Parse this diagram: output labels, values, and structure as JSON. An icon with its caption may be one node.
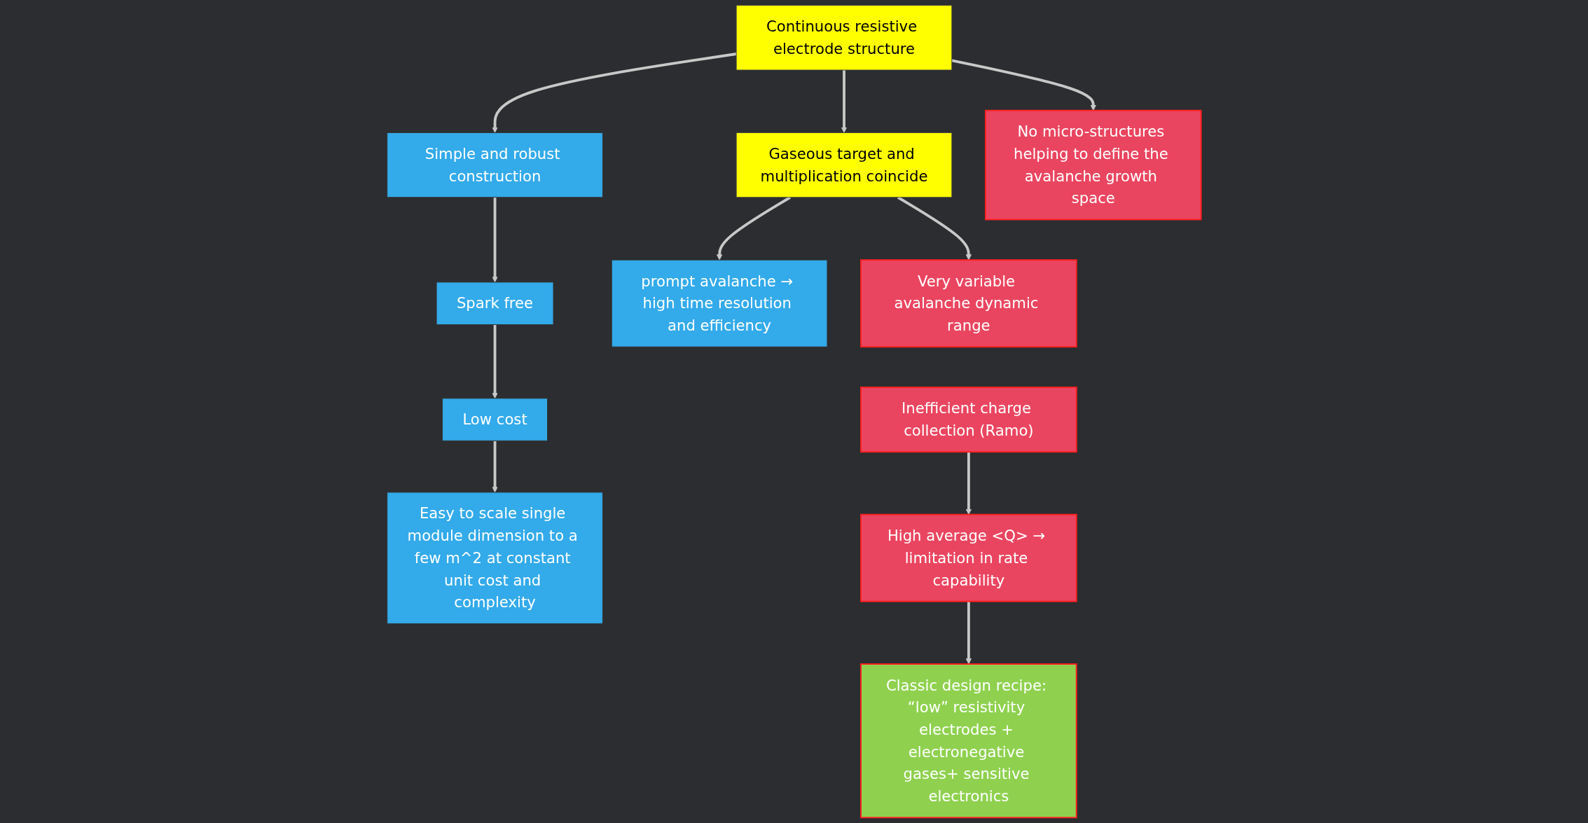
{
  "diagram": {
    "nodes": [
      {
        "text": [
          "Continuous resistive electrode structure"
        ]
      },
      {
        "text": [
          "Gaseous target and multiplication coincide"
        ]
      },
      {
        "text": [
          "Simple and robust construction"
        ]
      },
      {
        "text": [
          "Spark free"
        ]
      },
      {
        "text": [
          "Low cost"
        ]
      },
      {
        "text": [
          "Easy to scale single module dimension to a few m^2 at constant unit cost and complexity"
        ]
      },
      {
        "text": [
          "No micro-structures helping to define the avalanche growth space"
        ]
      },
      {
        "text": [
          "prompt avalanche → high time resolution and efficiency"
        ]
      },
      {
        "text": [
          "Very variable avalanche dynamic range"
        ]
      },
      {
        "text": [
          "Inefficient charge collection (Ramo)"
        ]
      },
      {
        "text": [
          "High average <Q> → limitation in rate capability"
        ]
      },
      {
        "text": [
          "Classic design recipe: “low” resistivity electrodes + electronegative gases+ sensitive electronics"
        ]
      }
    ],
    "edges": [
      {
        "from": 0,
        "to": 1,
        "arrow": "to"
      },
      {
        "from": 0,
        "to": 2,
        "arrow": "to"
      },
      {
        "from": 2,
        "to": 3,
        "arrow": "to"
      },
      {
        "from": 3,
        "to": 4,
        "arrow": "to"
      },
      {
        "from": 4,
        "to": 5,
        "arrow": "to"
      },
      {
        "from": 0,
        "to": 6,
        "arrow": "to"
      },
      {
        "from": 1,
        "to": 7,
        "arrow": "to"
      },
      {
        "from": 1,
        "to": 8,
        "arrow": "to"
      },
      {
        "from": 9,
        "to": 10,
        "arrow": "to"
      },
      {
        "from": 10,
        "to": 11,
        "arrow": "to"
      }
    ]
  }
}
